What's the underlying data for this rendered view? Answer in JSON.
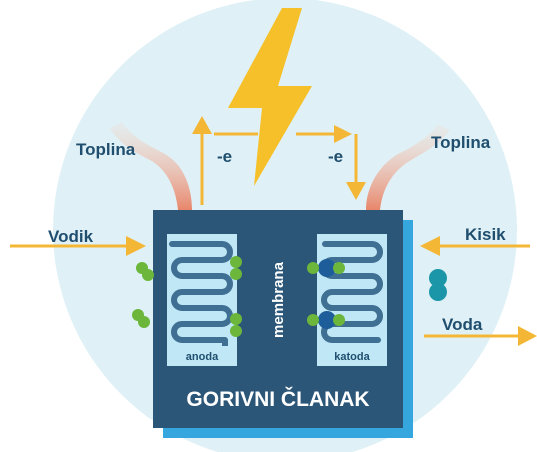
{
  "labels": {
    "heat_left": "Toplina",
    "heat_right": "Toplina",
    "hydrogen": "Vodik",
    "oxygen": "Kisik",
    "water": "Voda",
    "electron_left": "-e",
    "electron_right": "-e",
    "membrane": "membrana",
    "anode": "anoda",
    "cathode": "katoda",
    "title": "GORIVNI ČLANAK"
  },
  "colors": {
    "background_circle": "#dff1f6",
    "cell_dark": "#2b5678",
    "cell_shadow": "#35a6de",
    "arrow": "#f4b735",
    "bolt": "#f5c02a",
    "electrode_light": "#bfe7f6",
    "electrode_wave": "#3f6f92",
    "hydrogen_atom": "#6bb63b",
    "oxygen_atom": "#1d5d99",
    "water_molecule": "#1b96a8",
    "heat_gradient_start": "#f0a488"
  },
  "icons": {
    "bolt": "lightning-bolt-icon"
  }
}
